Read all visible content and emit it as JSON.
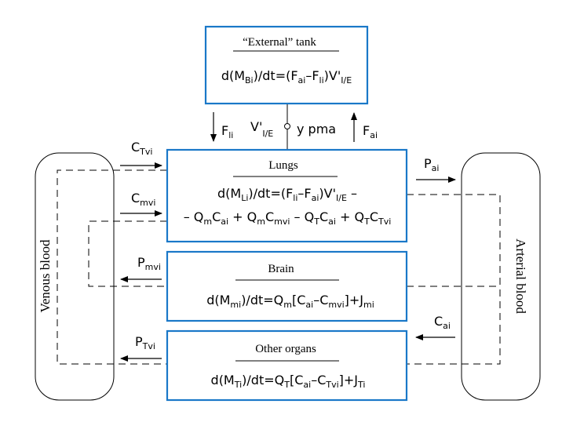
{
  "colors": {
    "box_border": "#1a78c8",
    "line": "#000000",
    "background": "#ffffff"
  },
  "external_tank": {
    "title": "“External” tank",
    "eq_lhs": "d(M",
    "eq_lhs_sub": "Bi",
    "eq_rhs": ")/dt=(F",
    "eq_rhs_sub1": "ai",
    "eq_minus": "–F",
    "eq_rhs_sub2": "li",
    "eq_tail": ")V'",
    "eq_tail_sub": "I/E"
  },
  "connector": {
    "f_li": "F",
    "f_li_sub": "li",
    "v_label": "V'",
    "v_sub": "I/E",
    "valve_label": "y pma",
    "f_ai": "F",
    "f_ai_sub": "ai"
  },
  "lungs": {
    "title": "Lungs",
    "line1": {
      "a": "d(M",
      "a_sub": "Li",
      "b": ")/dt=(F",
      "b_sub": "li",
      "c": "–F",
      "c_sub": "ai",
      "d": ")V'",
      "d_sub": "I/E",
      "e": " –"
    },
    "line2": {
      "a": "– Q",
      "a_sub": "m",
      "b": "C",
      "b_sub": "ai",
      "c": " + Q",
      "c_sub": "m",
      "d": "C",
      "d_sub": "mvi",
      "e": " – Q",
      "e_sub": "T",
      "f": "C",
      "f_sub": "ai",
      "g": " + Q",
      "g_sub": "T",
      "h": "C",
      "h_sub": "Tvi"
    }
  },
  "brain": {
    "title": "Brain",
    "eq": {
      "a": "d(M",
      "a_sub": "mi",
      "b": ")/dt=Q",
      "b_sub": "m",
      "c": "[C",
      "c_sub": "ai",
      "d": "–C",
      "d_sub": "mvi",
      "e": "]+J",
      "e_sub": "mi"
    }
  },
  "other_organs": {
    "title": "Other organs",
    "eq": {
      "a": "d(M",
      "a_sub": "Ti",
      "b": ")/dt=Q",
      "b_sub": "T",
      "c": "[C",
      "c_sub": "ai",
      "d": "–C",
      "d_sub": "Tvi",
      "e": "]+J",
      "e_sub": "Ti"
    }
  },
  "venous_blood": {
    "label": "Venous blood"
  },
  "arterial_blood": {
    "label": "Arterial blood"
  },
  "flows": {
    "c_tvi": {
      "base": "C",
      "sub": "Tvi"
    },
    "c_mvi": {
      "base": "C",
      "sub": "mvi"
    },
    "p_mvi": {
      "base": "P",
      "sub": "mvi"
    },
    "p_tvi": {
      "base": "P",
      "sub": "Tvi"
    },
    "p_ai": {
      "base": "P",
      "sub": "ai"
    },
    "c_ai": {
      "base": "C",
      "sub": "ai"
    }
  }
}
